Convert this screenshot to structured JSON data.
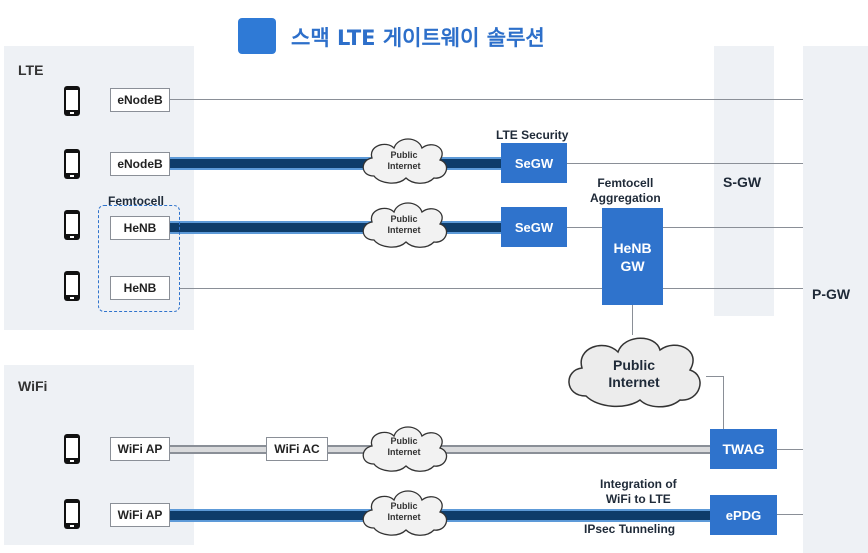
{
  "title": "스맥 LTE 게이트웨이 솔루션",
  "sections": {
    "lte": "LTE",
    "wifi": "WiFi"
  },
  "gateways": {
    "sgw": "S-GW",
    "pgw": "P-GW"
  },
  "nodes": {
    "enodeb_1": "eNodeB",
    "enodeb_2": "eNodeB",
    "henb_1": "HeNB",
    "henb_2": "HeNB",
    "wifi_ap_1": "WiFi AP",
    "wifi_ap_2": "WiFi AP",
    "wifi_ac": "WiFi AC"
  },
  "blue_boxes": {
    "segw_1": "SeGW",
    "segw_2": "SeGW",
    "henb_gw_line1": "HeNB",
    "henb_gw_line2": "GW",
    "twag": "TWAG",
    "epdg": "ePDG"
  },
  "clouds": {
    "small_line1": "Public",
    "small_line2": "Internet",
    "big_line1": "Public",
    "big_line2": "Internet"
  },
  "annotations": {
    "lte_security": "LTE Security",
    "femtocell": "Femtocell",
    "femto_agg_line1": "Femtocell",
    "femto_agg_line2": "Aggregation",
    "integration_line1": "Integration of",
    "integration_line2": "WiFi to LTE",
    "ipsec": "IPsec Tunneling"
  },
  "icons": [
    "phone-icon",
    "cloud-icon"
  ],
  "colors": {
    "accent_blue": "#2f73cc",
    "tunnel_dark": "#0e3c6a",
    "panel_gray": "#eef1f5"
  }
}
